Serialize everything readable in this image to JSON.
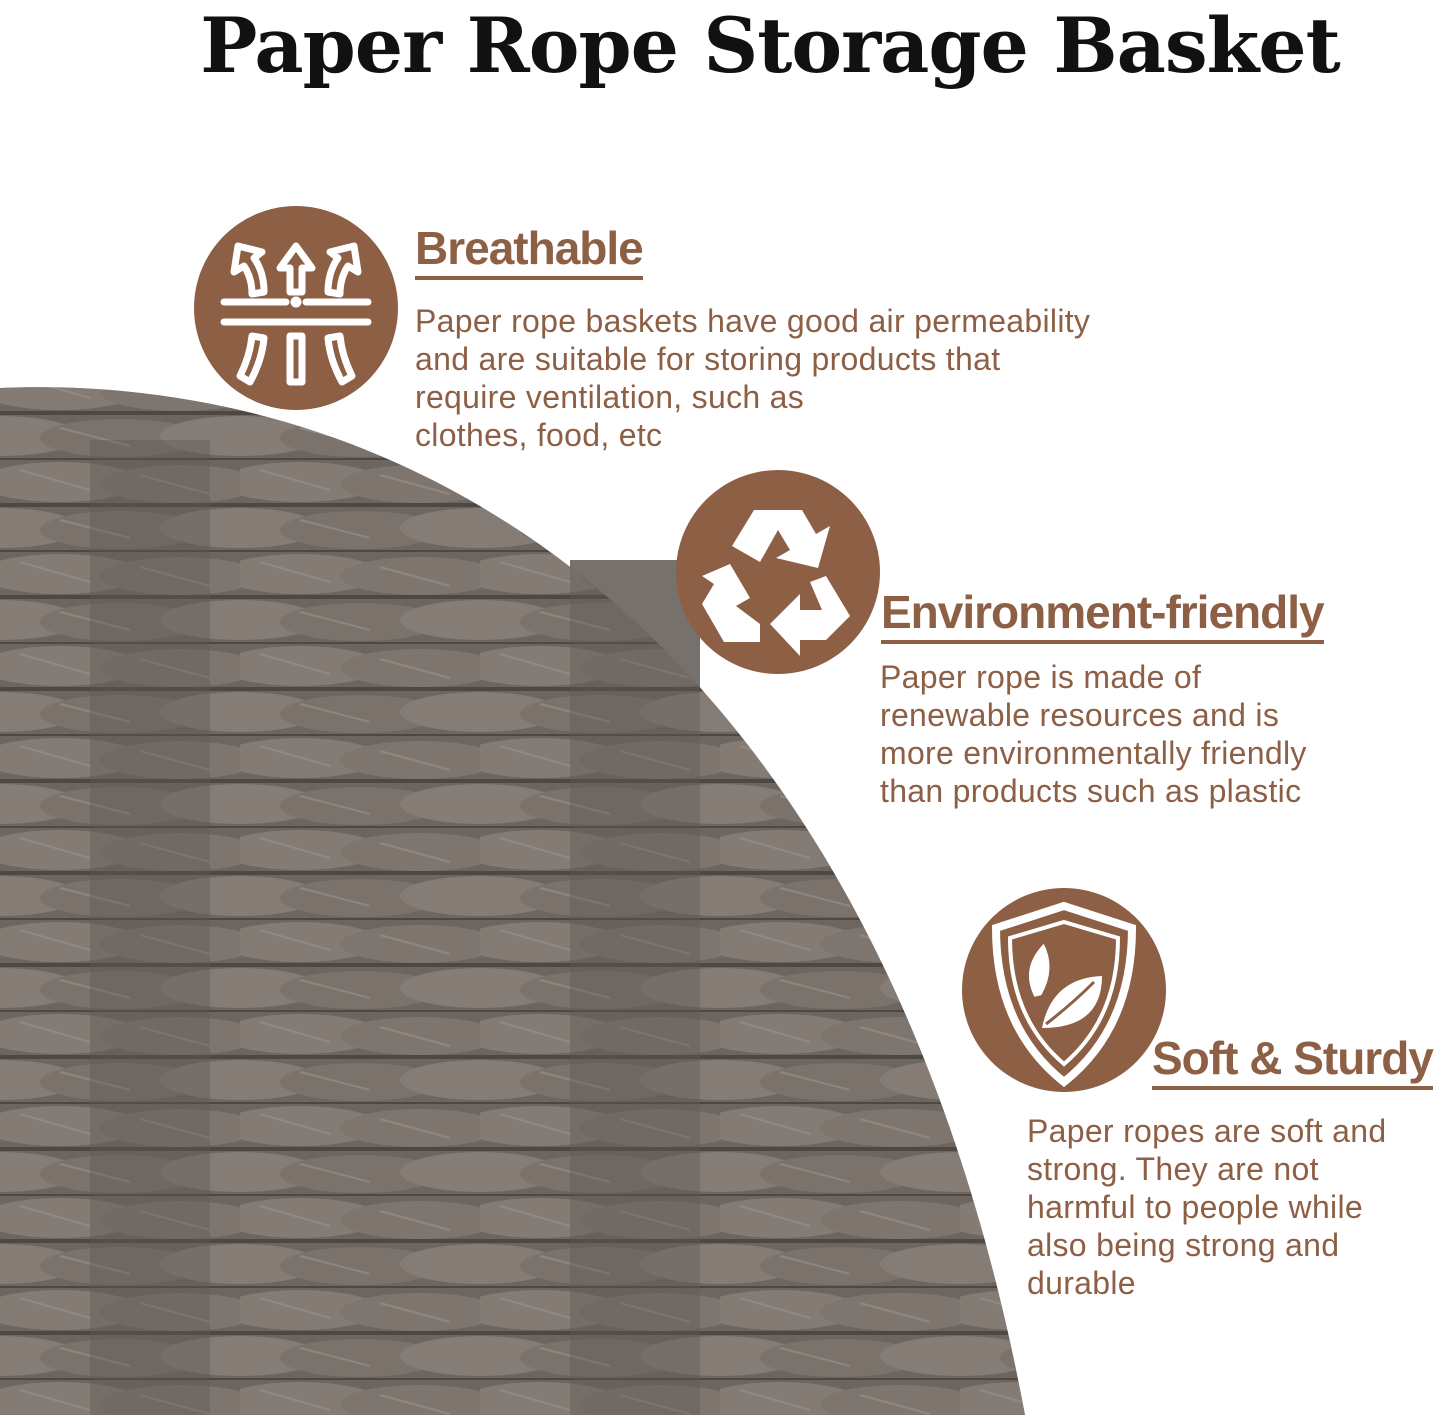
{
  "title": "Paper Rope Storage Basket",
  "colors": {
    "accent": "#8d5f45",
    "basket": "#6f6862"
  },
  "features": [
    {
      "icon": "breathable-arrows-icon",
      "title": "Breathable",
      "body": "Paper rope baskets have good air permeability\nand are suitable for storing products that\nrequire ventilation, such as\nclothes, food, etc"
    },
    {
      "icon": "recycle-icon",
      "title": "Environment-friendly",
      "body": "Paper rope is made of\nrenewable resources and is\nmore environmentally friendly\nthan products such as plastic"
    },
    {
      "icon": "shield-leaf-icon",
      "title": "Soft & Sturdy",
      "body": "Paper ropes are soft and\nstrong. They are not\nharmful to people while\nalso being strong and\ndurable"
    }
  ]
}
